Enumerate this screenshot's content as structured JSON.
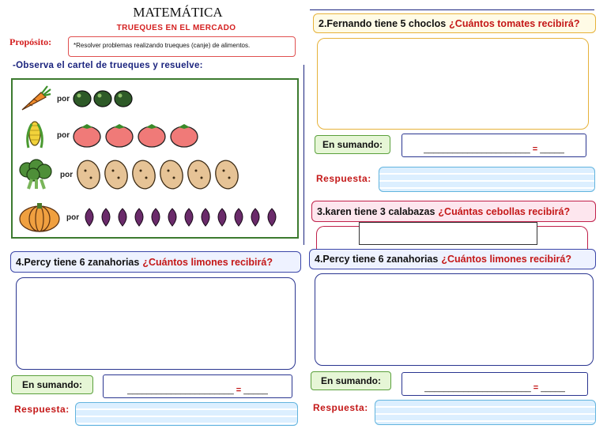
{
  "header": {
    "title": "MATEMÁTICA",
    "subtitle": "TRUEQUES EN EL MERCADO",
    "purpose_label": "Propósito:",
    "purpose_text": "*Resolver problemas realizando trueques (canje) de alimentos."
  },
  "instruction": "-Observa el cartel de trueques y resuelve:",
  "cartel": {
    "rows": [
      {
        "item": "zanahoria",
        "word": "por",
        "exchange": "limon",
        "count": 3
      },
      {
        "item": "choclo",
        "word": "por",
        "exchange": "tomate",
        "count": 4
      },
      {
        "item": "brocoli",
        "word": "por",
        "exchange": "papa",
        "count": 6
      },
      {
        "item": "calabaza",
        "word": "por",
        "exchange": "cebolla",
        "count": 12
      }
    ]
  },
  "questions": {
    "q_left": {
      "number_text": "4.Percy tiene 6 zanahorias",
      "question": "¿Cuántos limones recibirá?"
    },
    "q2": {
      "number_text": "2.Fernando tiene 5 choclos",
      "question": "¿Cuántos tomates recibirá?"
    },
    "q3": {
      "number_text": "3.karen tiene 3 calabazas",
      "question": "¿Cuántas cebollas recibirá?"
    },
    "q4": {
      "number_text": "4.Percy tiene 6 zanahorias",
      "question": "¿Cuántos limones recibirá?"
    }
  },
  "labels": {
    "sum": "En sumando:",
    "answer": "Respuesta:",
    "blank": "______________________",
    "equals": "=",
    "blank_short": "_____"
  },
  "colors": {
    "question_red": "#c41818",
    "border_blue": "#2a3590",
    "cartel_green": "#3c7a2f",
    "q2_border": "#e6b23a",
    "q3_border": "#c0204a",
    "sum_green": "#e6f6d6"
  }
}
